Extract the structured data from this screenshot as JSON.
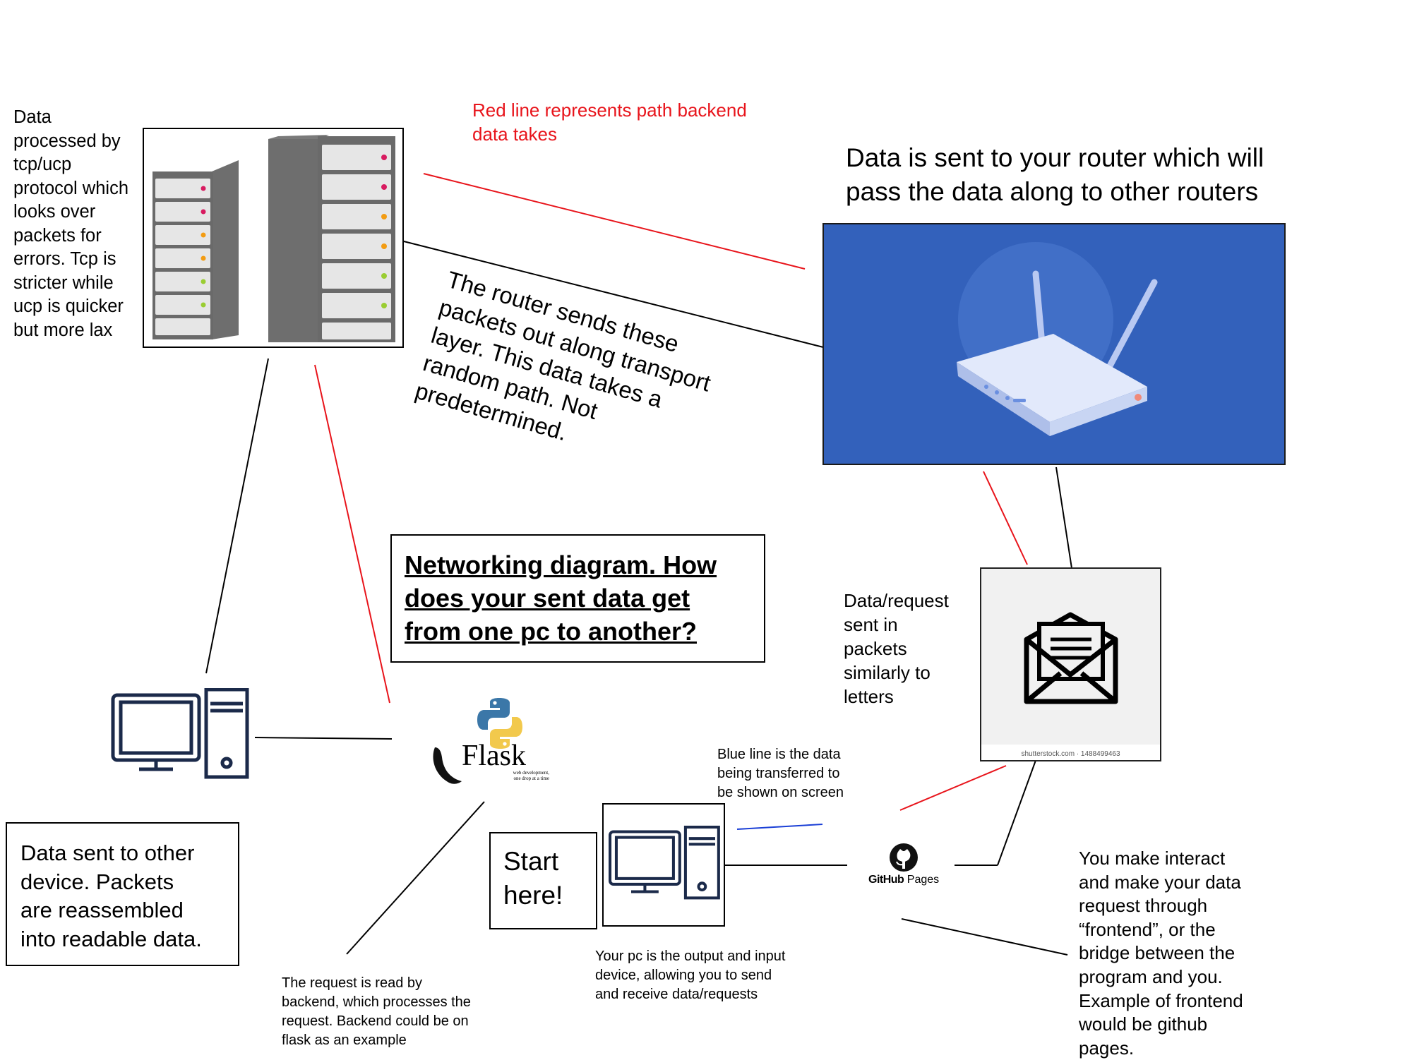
{
  "notes": {
    "tcp_ucp": "Data\nprocessed by\ntcp/ucp\nprotocol which\nlooks over\npackets for\nerrors. Tcp is\nstricter while\nucp is quicker\nbut more lax",
    "red_line": "Red line represents path backend\ndata takes",
    "router_pass": "Data is sent to your router which will\npass the data along to other routers",
    "router_sends": "The router sends these\npackets out along transport\nlayer. This data takes a\nrandom path. Not\npredetermined.",
    "title": "Networking diagram. How\ndoes your sent data get\nfrom one pc to another?",
    "packets_letters": "Data/request\nsent in\npackets\nsimilarly to\nletters",
    "blue_line": "Blue line is the data\nbeing transferred to\nbe shown on screen",
    "start_here": "Start\nhere!",
    "reassembled": "Data sent to other\ndevice. Packets\nare reassembled\ninto readable data.",
    "backend": "The request is read by\nbackend, which processes the\nrequest. Backend could be on\nflask as an example",
    "your_pc": "Your pc is the output and input\ndevice, allowing you to send\nand receive data/requests",
    "frontend": "You make interact\nand make your data\nrequest through\n“frontend”, or the\nbridge between the\nprogram and you.\nExample of frontend\nwould be github\npages."
  },
  "flask_logo": {
    "name": "Flask",
    "tagline": "web development,\none drop at a time"
  },
  "github_logo": {
    "brand": "GitHub",
    "product": "Pages"
  },
  "envelope_caption": "shutterstock.com · 1488499463",
  "colors": {
    "red_path": "#e8141b",
    "blue_path": "#1a3fd6",
    "router_bg": "#3361bb",
    "pc_navy": "#1b2a4a"
  },
  "icons": [
    "server-rack-icon",
    "router-icon",
    "envelope-icon",
    "desktop-pc-icon",
    "python-icon",
    "github-icon"
  ]
}
